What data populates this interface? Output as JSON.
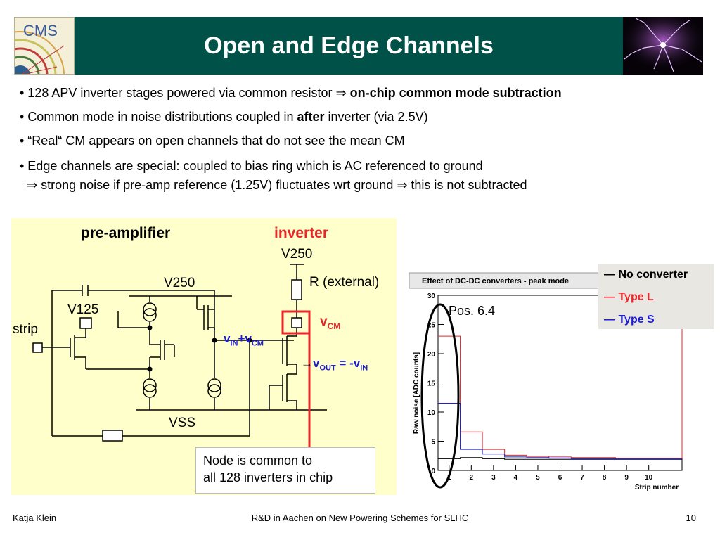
{
  "header": {
    "title": "Open and Edge Channels",
    "logo_text": "CMS"
  },
  "bullets": {
    "b1_pre": "• 128 APV inverter stages powered via common resistor ",
    "b1_arrow": "⇒",
    "b1_bold": " on-chip common mode subtraction",
    "b2_pre": "• Common mode in noise distributions coupled in ",
    "b2_bold": "after",
    "b2_post": " inverter (via 2.5V)",
    "b3": "• “Real“ CM appears on open channels that do not see the mean CM",
    "b4": "• Edge channels are special: coupled to bias ring which is AC referenced to ground",
    "b4_cont": "⇒ strong noise if pre-amp reference (1.25V) fluctuates wrt ground ⇒ this is not subtracted"
  },
  "circuit": {
    "preamp_label": "pre-amplifier",
    "inverter_label": "inverter",
    "v250_top": "V250",
    "v250_left": "V250",
    "r_external": "R (external)",
    "v125": "V125",
    "strip": "strip",
    "vss": "VSS",
    "v_cm_main": "v",
    "v_cm_sub": "CM",
    "vin_main": "v",
    "vin_sub": "IN",
    "vin_plus": "+v",
    "vin_cm_sub": "CM",
    "vout_arrow": "→",
    "vout_main": "v",
    "vout_sub": "OUT",
    "vout_eq": " = -v",
    "vout_in_sub": "IN",
    "node_line1": "Node is common to",
    "node_line2": "all 128 inverters in chip",
    "colors": {
      "red": "#e8262b",
      "blue": "#1d1dd6",
      "bg": "#ffffcc"
    }
  },
  "plot": {
    "title": "Effect of DC-DC converters - peak mode",
    "ylabel": "Raw noise [ADC counts]",
    "xlabel": "Strip number",
    "annotation": "Pos. 6.4"
  },
  "legend": {
    "items": [
      {
        "dash": "—",
        "label": "No converter",
        "color": "#000000"
      },
      {
        "dash": "—",
        "label": "Type L",
        "color": "#e8262b"
      },
      {
        "dash": "—",
        "label": "Type S",
        "color": "#1d1dd6"
      }
    ]
  },
  "chart_data": {
    "type": "line",
    "title": "Effect of DC-DC converters - peak mode",
    "xlabel": "Strip number",
    "ylabel": "Raw noise [ADC counts]",
    "xlim": [
      0,
      11
    ],
    "ylim": [
      0,
      30
    ],
    "x_ticks": [
      "1",
      "2",
      "3",
      "4",
      "5",
      "6",
      "7",
      "8",
      "9",
      "10"
    ],
    "y_ticks": [
      "0",
      "5",
      "10",
      "15",
      "20",
      "25",
      "30"
    ],
    "series": [
      {
        "name": "No converter",
        "color": "#000000",
        "x": [
          0,
          1,
          2,
          3,
          4,
          5,
          6,
          7,
          8,
          9,
          10,
          11
        ],
        "values": [
          2.0,
          2.2,
          2.0,
          1.9,
          1.9,
          1.9,
          1.9,
          1.9,
          1.9,
          1.9,
          1.9,
          1.9
        ]
      },
      {
        "name": "Type L",
        "color": "#e8262b",
        "x": [
          0,
          1,
          2,
          3,
          4,
          5,
          6,
          7,
          8,
          9,
          10,
          11
        ],
        "values": [
          23.0,
          6.6,
          3.6,
          2.6,
          2.4,
          2.3,
          2.2,
          2.2,
          2.1,
          2.1,
          2.1,
          30
        ]
      },
      {
        "name": "Type S",
        "color": "#1d1dd6",
        "x": [
          0,
          1,
          2,
          3,
          4,
          5,
          6,
          7,
          8,
          9,
          10,
          11
        ],
        "values": [
          11.5,
          3.6,
          2.8,
          2.3,
          2.2,
          2.1,
          2.0,
          2.0,
          2.0,
          2.0,
          2.0,
          2.0
        ]
      }
    ]
  },
  "footer": {
    "author": "Katja Klein",
    "center": "R&D in Aachen on New Powering Schemes for SLHC",
    "page": "10"
  }
}
